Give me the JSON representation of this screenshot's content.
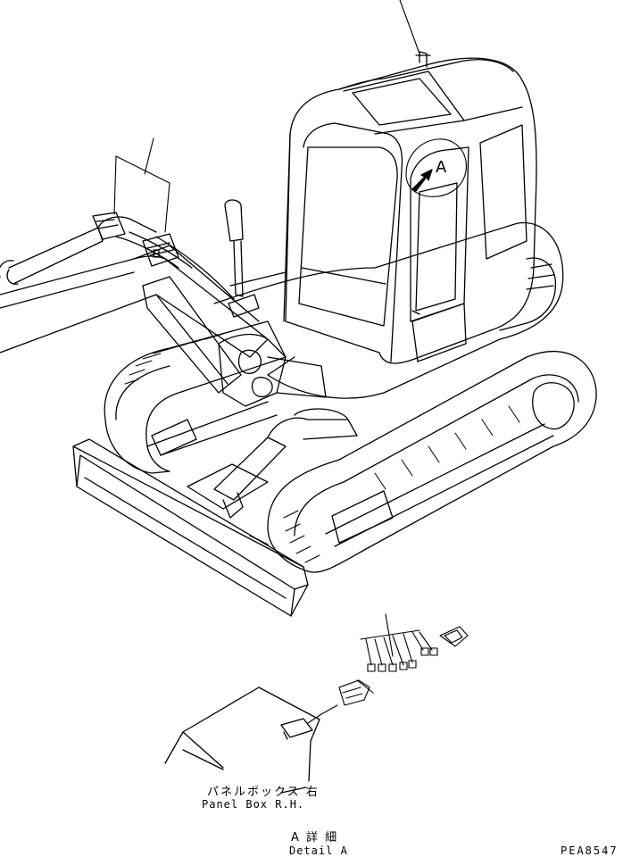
{
  "detail_callout": "A",
  "panel_box_jp": "パネルボックス 右",
  "panel_box_en": "Panel Box R.H.",
  "detail_title_jp": "A 詳 細",
  "detail_title_en": "Detail A",
  "drawing_number": "PEA8547"
}
